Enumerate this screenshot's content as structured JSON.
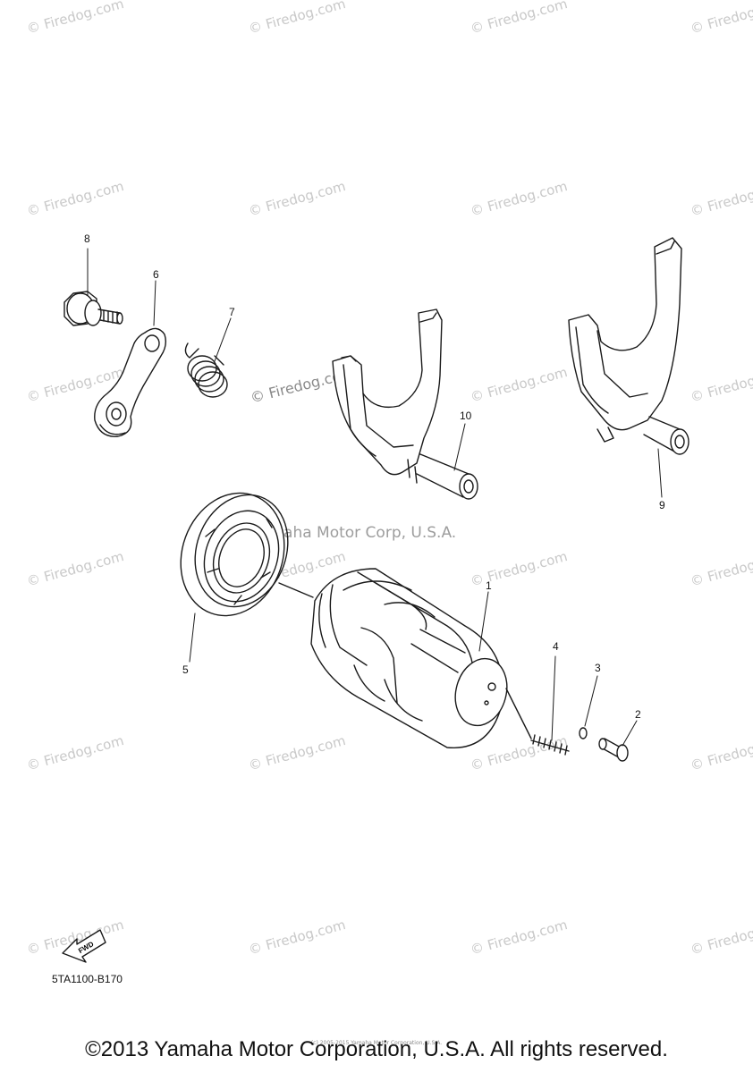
{
  "watermark": {
    "text": "© Firedog.com"
  },
  "center_watermark": "© Firedog.com",
  "yamaha_watermark": "Yamaha Motor Corp, U.S.A.",
  "parts": {
    "p1": "1",
    "p2": "2",
    "p3": "3",
    "p4": "4",
    "p5": "5",
    "p6": "6",
    "p7": "7",
    "p8": "8",
    "p9": "9",
    "p10": "10"
  },
  "fwd_label": "FWD",
  "diagram_code": "5TA1100-B170",
  "footer_small": "(c) 2005-2015 Yamaha Motor Corporation, U.S.A.",
  "footer": "©2013 Yamaha Motor Corporation, U.S.A. All rights reserved."
}
